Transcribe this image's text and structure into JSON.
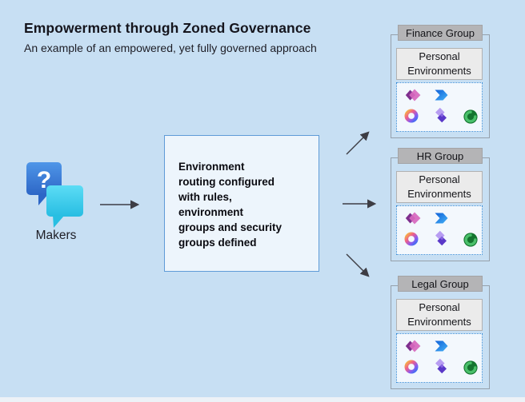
{
  "header": {
    "title": "Empowerment through Zoned Governance",
    "subtitle": "An example of an empowered, yet fully governed approach"
  },
  "makers": {
    "label": "Makers",
    "question_mark": "?"
  },
  "flow": {
    "central_box_lines": [
      "Environment",
      "routing configured",
      "with rules,",
      "environment",
      "groups and security",
      "groups defined"
    ]
  },
  "groups": [
    {
      "label": "Finance Group",
      "sub_label": "Personal Environments"
    },
    {
      "label": "HR Group",
      "sub_label": "Personal Environments"
    },
    {
      "label": "Legal Group",
      "sub_label": "Personal Environments"
    }
  ],
  "environment_icons": [
    "power-apps",
    "power-automate",
    "copilot",
    "power-pages",
    "dataverse"
  ],
  "colors": {
    "background": "#c7dff3",
    "central_box_bg": "#edf5fc",
    "central_box_border": "#5f9bd7",
    "group_border": "#95a0ab",
    "group_title_bg": "#b4b4b6",
    "personal_env_bg": "#ebebeb",
    "dotted_border": "#2e86d4",
    "arrow": "#3d3d44",
    "bottom_strip": "#edf2f7"
  }
}
